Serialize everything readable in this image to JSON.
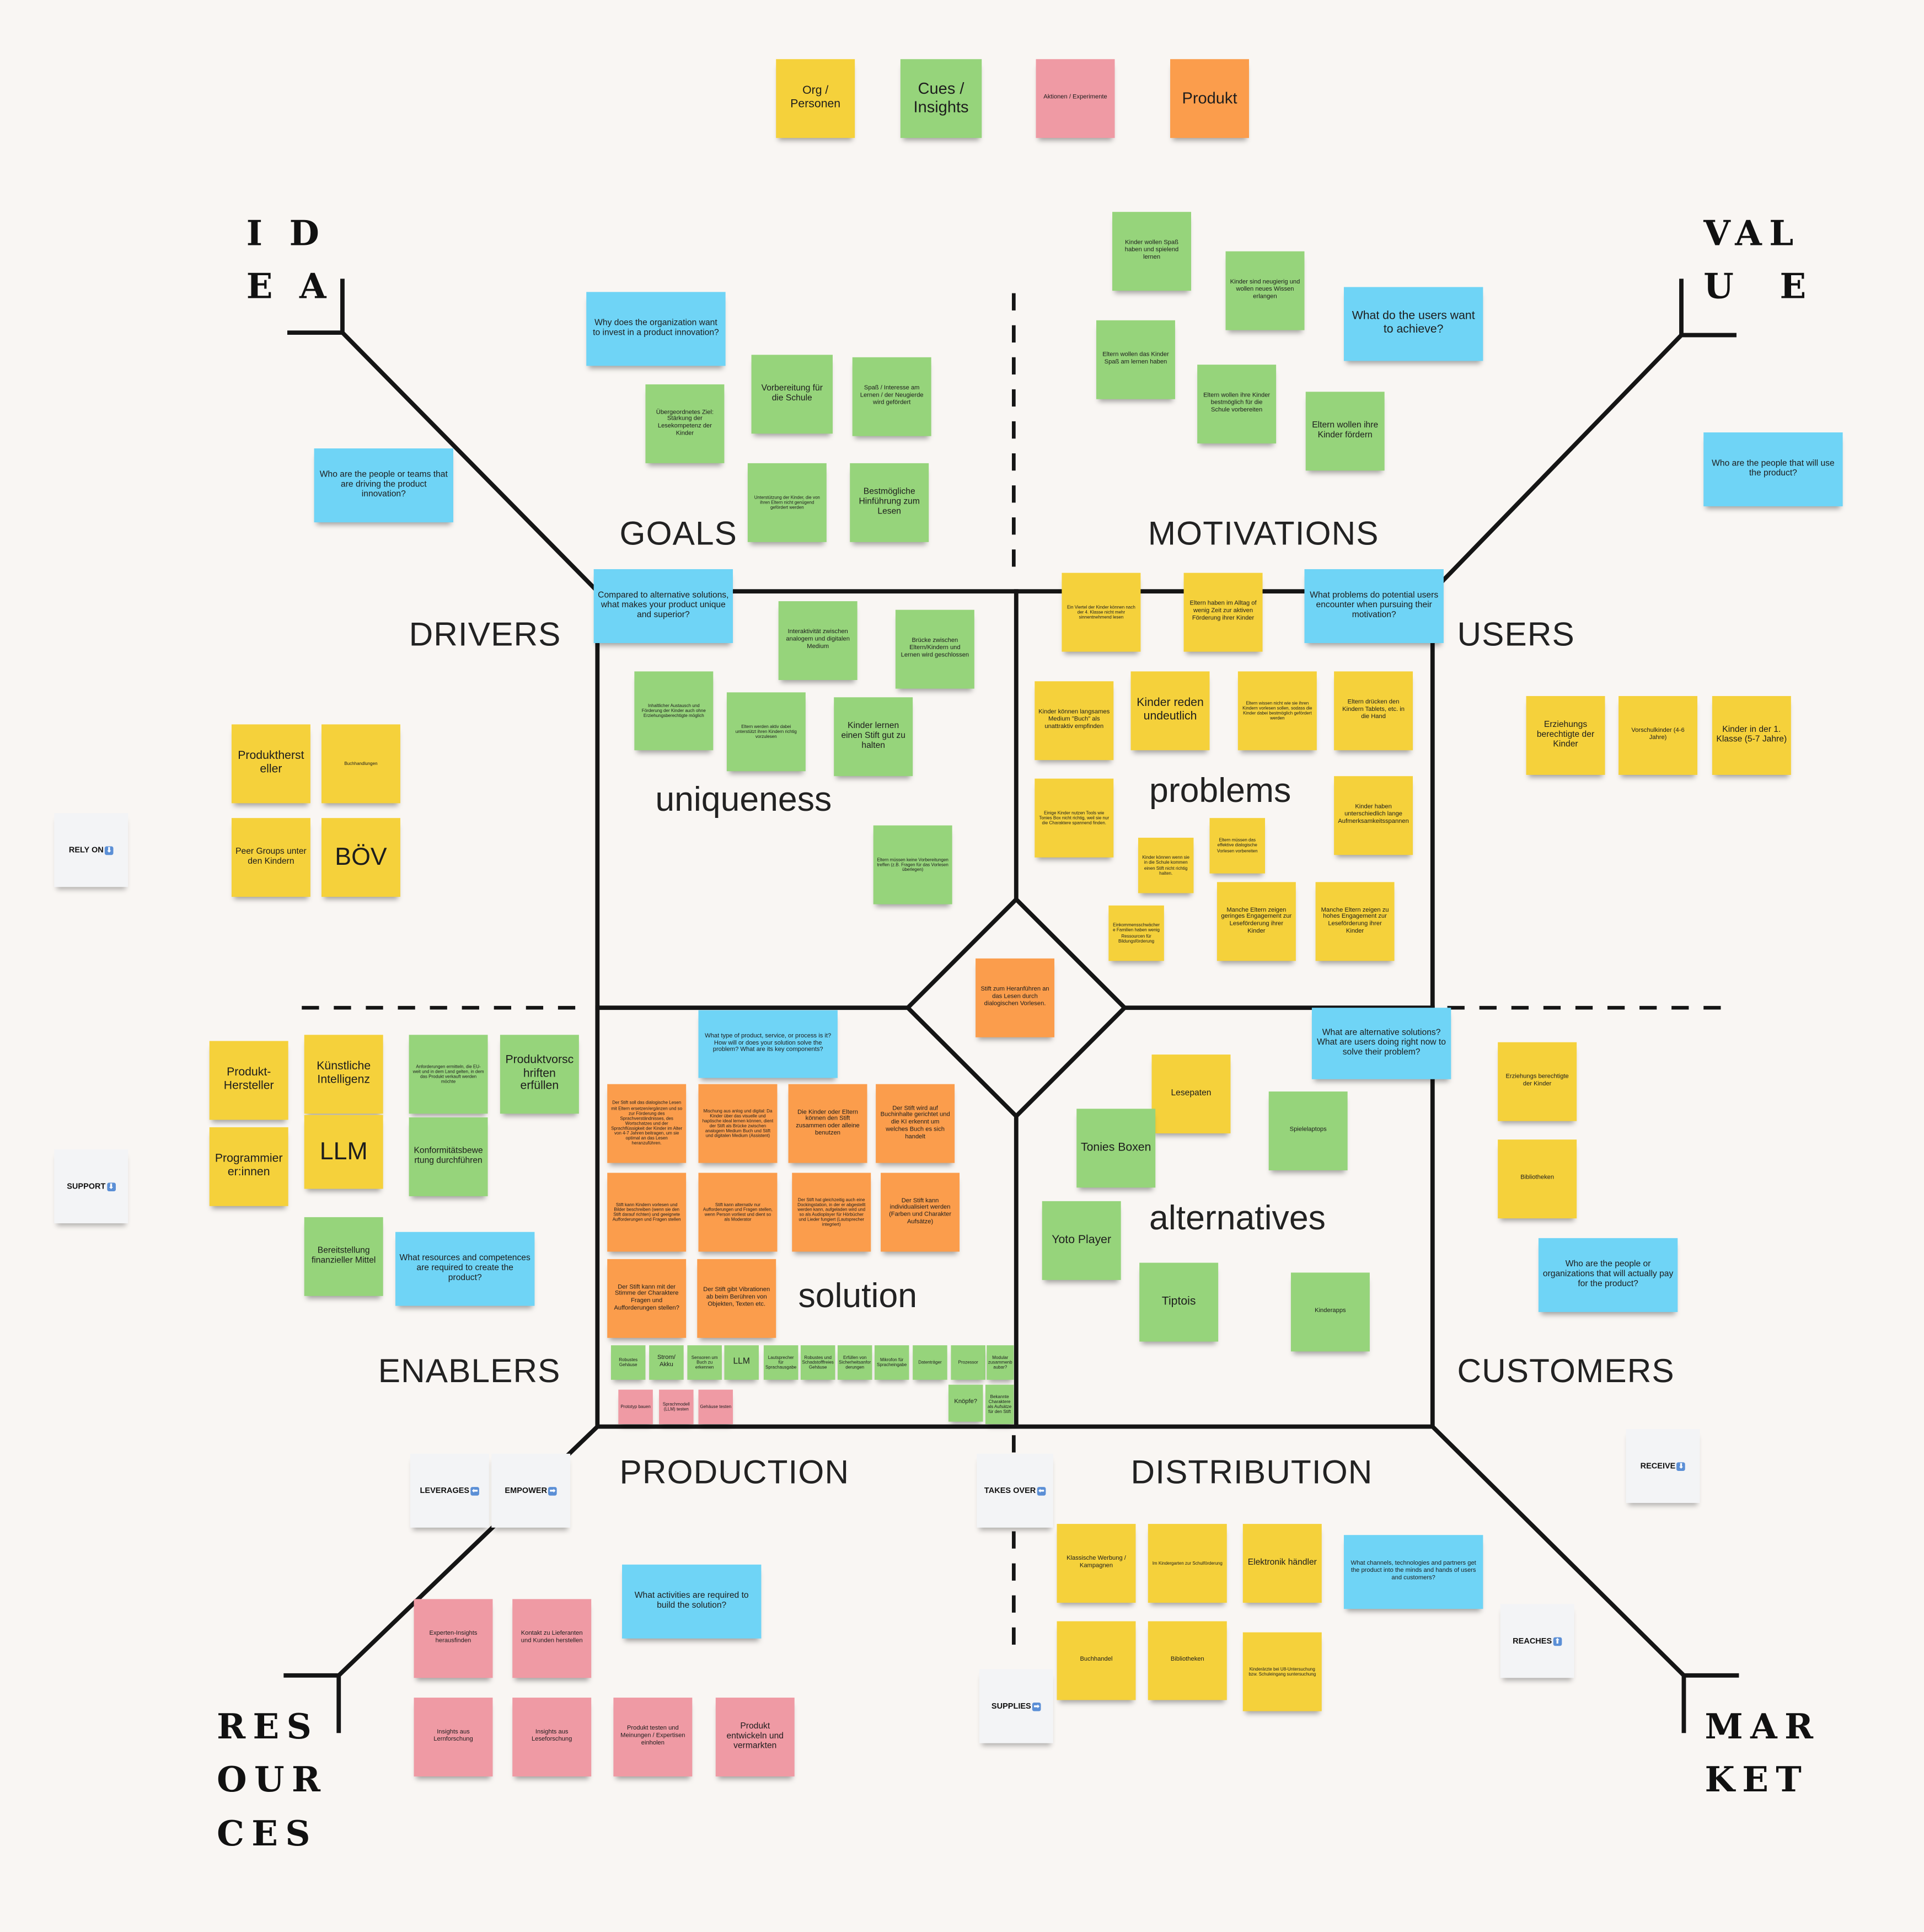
{
  "colors": {
    "yellow": "#f5d13b",
    "green": "#96d47b",
    "pink": "#ef9aa4",
    "orange": "#fb9d4c",
    "blue": "#6fd4f6",
    "background": "#f9f6f3"
  },
  "legend": [
    {
      "text": "Org / Personen",
      "color": "yellow"
    },
    {
      "text": "Cues / Insights",
      "color": "green"
    },
    {
      "text": "Aktionen / Experimente",
      "color": "pink"
    },
    {
      "text": "Produkt",
      "color": "orange"
    }
  ],
  "corners": {
    "idea": "I D\nE A",
    "value": "VAL\nU  E",
    "resources": "RES\nOUR\nCES",
    "market": "MAR\nKET"
  },
  "titles": {
    "goals": "GOALS",
    "motivations": "MOTIVATIONS",
    "drivers": "DRIVERS",
    "users": "USERS",
    "enablers": "ENABLERS",
    "customers": "CUSTOMERS",
    "production": "PRODUCTION",
    "distribution": "DISTRIBUTION"
  },
  "inner": {
    "uniqueness": "uniqueness",
    "problems": "problems",
    "solution": "solution",
    "alternatives": "alternatives"
  },
  "connectors": [
    {
      "text": "RELY ON",
      "arrow": "⬇"
    },
    {
      "text": "SUPPORT",
      "arrow": "⬇"
    },
    {
      "text": "LEVERAGES",
      "arrow": "⬅"
    },
    {
      "text": "EMPOWER",
      "arrow": "➡"
    },
    {
      "text": "TAKES OVER",
      "arrow": "⬅"
    },
    {
      "text": "SUPPLIES",
      "arrow": "➡"
    },
    {
      "text": "RECEIVE",
      "arrow": "⬇"
    },
    {
      "text": "REACHES",
      "arrow": "⬆"
    }
  ],
  "notes": {
    "goals": [
      {
        "text": "Why does the organization want to invest in a product innovation?",
        "color": "blue"
      },
      {
        "text": "Übergeordnetes Ziel: Stärkung der Lesekompetenz der Kinder",
        "color": "green"
      },
      {
        "text": "Vorbereitung für die Schule",
        "color": "green"
      },
      {
        "text": "Spaß / Interesse am Lernen / der Neugierde wird gefördert",
        "color": "green"
      },
      {
        "text": "Unterstützung der Kinder, die von ihren Eltern nicht genügend gefördert werden",
        "color": "green"
      },
      {
        "text": "Bestmögliche Hinführung zum Lesen",
        "color": "green"
      }
    ],
    "drivers": [
      {
        "text": "Who are the people or teams that are driving the product innovation?",
        "color": "blue"
      },
      {
        "text": "Produkthersteller",
        "color": "yellow"
      },
      {
        "text": "Buchhandlungen",
        "color": "yellow"
      },
      {
        "text": "Peer Groups unter den Kindern",
        "color": "yellow"
      },
      {
        "text": "BÖV",
        "color": "yellow"
      }
    ],
    "motivations": [
      {
        "text": "Kinder wollen Spaß haben und spielend lernen",
        "color": "green"
      },
      {
        "text": "Kinder sind neugierig und wollen neues Wissen erlangen",
        "color": "green"
      },
      {
        "text": "Eltern wollen das Kinder Spaß am lernen haben",
        "color": "green"
      },
      {
        "text": "Eltern wollen ihre Kinder bestmöglich für die Schule vorbereiten",
        "color": "green"
      },
      {
        "text": "Eltern wollen ihre Kinder fördern",
        "color": "green"
      },
      {
        "text": "What do the users want to achieve?",
        "color": "blue"
      }
    ],
    "users": [
      {
        "text": "Who are the people that will use the product?",
        "color": "blue"
      },
      {
        "text": "Erziehungs berechtigte der Kinder",
        "color": "yellow"
      },
      {
        "text": "Vorschulkinder (4-6 Jahre)",
        "color": "yellow"
      },
      {
        "text": "Kinder in der 1. Klasse (5-7 Jahre)",
        "color": "yellow"
      }
    ],
    "uniqueness": [
      {
        "text": "Compared to alternative solutions, what makes your product unique and superior?",
        "color": "blue"
      },
      {
        "text": "Interaktivität zwischen analogem und digitalen Medium",
        "color": "green"
      },
      {
        "text": "Brücke zwischen Eltern/Kindern und Lernen wird geschlossen",
        "color": "green"
      },
      {
        "text": "Inhaltlicher Austausch und Förderung der Kinder auch ohne Erziehungsberechtigte möglich",
        "color": "green"
      },
      {
        "text": "Eltern werden aktiv dabei unterstützt ihren Kindern richtig vorzulesen",
        "color": "green"
      },
      {
        "text": "Kinder lernen einen Stift gut zu halten",
        "color": "green"
      },
      {
        "text": "Eltern müssen keine Vorbereitungen treffen (z.B. Fragen für das Vorlesen überlegen)",
        "color": "green"
      }
    ],
    "problems": [
      {
        "text": "Ein Viertel der Kinder können nach der 4. Klasse nicht mehr sinnentnehmend lesen",
        "color": "yellow"
      },
      {
        "text": "Eltern haben im Alltag of wenig Zeit zur aktiven Förderung ihrer Kinder",
        "color": "yellow"
      },
      {
        "text": "What problems do potential users encounter when pursuing their motivation?",
        "color": "blue"
      },
      {
        "text": "Kinder können langsames Medium \"Buch\" als unattraktiv empfinden",
        "color": "yellow"
      },
      {
        "text": "Kinder reden undeutlich",
        "color": "yellow"
      },
      {
        "text": "Eltern wissen nicht wie sie ihren Kindern vorlesen sollen, sodass die Kinder dabei bestmöglich gefördert werden",
        "color": "yellow"
      },
      {
        "text": "Eltern drücken den Kindern Tablets, etc. in die Hand",
        "color": "yellow"
      },
      {
        "text": "Einige Kinder nutzen Tools wie Tonies Box nicht richtig, weil sie nur die Charaktere spannend finden.",
        "color": "yellow"
      },
      {
        "text": "Kinder können wenn sie in die Schule kommen einen Stift nicht richtig halten.",
        "color": "yellow"
      },
      {
        "text": "Eltern müssen das effektive dialogische Vorlesen vorbereiten",
        "color": "yellow"
      },
      {
        "text": "Kinder haben unterschiedlich lange Aufmerksamkeitsspannen",
        "color": "yellow"
      },
      {
        "text": "Einkommensschwächere Familien haben wenig Ressourcen für Bildungsförderung",
        "color": "yellow"
      },
      {
        "text": "Manche Eltern zeigen geringes Engagement zur Leseförderung ihrer Kinder",
        "color": "yellow"
      },
      {
        "text": "Manche Eltern zeigen zu hohes Engagement zur Leseförderung ihrer Kinder",
        "color": "yellow"
      }
    ],
    "center": [
      {
        "text": "Stift zum Heranführen an das Lesen durch dialogischen Vorlesen.",
        "color": "orange"
      }
    ],
    "enablers": [
      {
        "text": "Produkt-Hersteller",
        "color": "yellow"
      },
      {
        "text": "Künstliche Intelligenz",
        "color": "yellow"
      },
      {
        "text": "LLM",
        "color": "yellow"
      },
      {
        "text": "Programmierer:innen",
        "color": "yellow"
      },
      {
        "text": "Anforderungen ermitteln, die EU-weit und in dem Land gelten, in dem das Produkt verkauft werden möchte",
        "color": "green"
      },
      {
        "text": "Produktvorschriften erfüllen",
        "color": "green"
      },
      {
        "text": "Konformitätsbewertung durchführen",
        "color": "green"
      },
      {
        "text": "Bereitstellung finanzieller Mittel",
        "color": "green"
      },
      {
        "text": "What resources and competences are required to create the product?",
        "color": "blue"
      }
    ],
    "solution": [
      {
        "text": "What type of product, service, or process is it? How will or does your solution solve the problem? What are its key components?",
        "color": "blue"
      },
      {
        "text": "Der Stift soll das dialogische Lesen mit Eltern ersetzen/ergänzen und so zur Förderung des Sprachverständnisses, des Wortschatzes und der Sprachflüssigkeit der Kinder im Alter von 4-7 Jahren beitragen, um sie optimal an das Lesen heranzuführen.",
        "color": "orange"
      },
      {
        "text": "Mischung aus anlog und digital: Da Kinder über das visuelle und haptische ideal lernen können, dient der Stift als Brücke zwischen analogem Medium Buch und Stift und digitalen Medium (Assistent)",
        "color": "orange"
      },
      {
        "text": "Die Kinder oder Eltern können den Stift zusammen oder alleine benutzen",
        "color": "orange"
      },
      {
        "text": "Der Stift wird auf Buchinhalte gerichtet und die KI erkennt um welches Buch es sich handelt",
        "color": "orange"
      },
      {
        "text": "Stift kann Kindern vorlesen und Bilder beschreiben (wenn sie den Stift darauf richten) und geeignete Aufforderungen und Fragen stellen",
        "color": "orange"
      },
      {
        "text": "Stift kann alternativ nur Aufforderungen und Fragen stellen, wenn Person vorliest und dient so als Moderator",
        "color": "orange"
      },
      {
        "text": "Der Stift hat gleichzeitig auch eine Dockingstation, in der er abgestellt werden kann, aufgeladen wird und so als Audioplayer für Hörbücher und Lieder fungiert (Lautsprecher integriert)",
        "color": "orange"
      },
      {
        "text": "Der Stift kann individualisiert werden (Farben und Charakter Aufsätze)",
        "color": "orange"
      },
      {
        "text": "Der Stift kann mit der Stimme der Charaktere Fragen und Aufforderungen stellen?",
        "color": "orange"
      },
      {
        "text": "Der Stift gibt Vibrationen ab beim Berühren von Objekten, Texten etc.",
        "color": "orange"
      },
      {
        "text": "Robustes Gehäuse",
        "color": "green"
      },
      {
        "text": "Strom/ Akku",
        "color": "green"
      },
      {
        "text": "Sensoren um Buch zu erkennen",
        "color": "green"
      },
      {
        "text": "LLM",
        "color": "green"
      },
      {
        "text": "Lautsprecher für Sprachausgabe",
        "color": "green"
      },
      {
        "text": "Robustes und Schadstofffreies Gehäuse",
        "color": "green"
      },
      {
        "text": "Erfüllen von Sicherheitsanforderungen",
        "color": "green"
      },
      {
        "text": "Mikrofon für Spracheingabe",
        "color": "green"
      },
      {
        "text": "Datenträger",
        "color": "green"
      },
      {
        "text": "Prozessor",
        "color": "green"
      },
      {
        "text": "Modular zusammenbaubar?",
        "color": "green"
      },
      {
        "text": "Knöpfe?",
        "color": "green"
      },
      {
        "text": "Bekannte Charaktere als Aufsätze für den Stift",
        "color": "green"
      },
      {
        "text": "Prototyp bauen",
        "color": "pink"
      },
      {
        "text": "Sprachmodell (LLM) testen",
        "color": "pink"
      },
      {
        "text": "Gehäuse testen",
        "color": "pink"
      }
    ],
    "alternatives": [
      {
        "text": "What are alternative solutions? What are users doing right now to solve their problem?",
        "color": "blue"
      },
      {
        "text": "Lesepaten",
        "color": "yellow"
      },
      {
        "text": "Tonies Boxen",
        "color": "green"
      },
      {
        "text": "Spielelaptops",
        "color": "green"
      },
      {
        "text": "Yoto Player",
        "color": "green"
      },
      {
        "text": "Tiptois",
        "color": "green"
      },
      {
        "text": "Kinderapps",
        "color": "green"
      }
    ],
    "customers": [
      {
        "text": "Erziehungs berechtigte der Kinder",
        "color": "yellow"
      },
      {
        "text": "Bibliotheken",
        "color": "yellow"
      },
      {
        "text": "Who are the people or organizations that will actually pay for the product?",
        "color": "blue"
      }
    ],
    "production": [
      {
        "text": "What activities are required to build the solution?",
        "color": "blue"
      },
      {
        "text": "Experten-Insights herausfinden",
        "color": "pink"
      },
      {
        "text": "Kontakt zu Lieferanten und Kunden herstellen",
        "color": "pink"
      },
      {
        "text": "Insights aus Lernforschung",
        "color": "pink"
      },
      {
        "text": "Insights aus Leseforschung",
        "color": "pink"
      },
      {
        "text": "Produkt testen und Meinungen / Expertisen einholen",
        "color": "pink"
      },
      {
        "text": "Produkt entwickeln und vermarkten",
        "color": "pink"
      }
    ],
    "distribution": [
      {
        "text": "Klassische Werbung / Kampagnen",
        "color": "yellow"
      },
      {
        "text": "Im Kindergarten zur Schulförderung",
        "color": "yellow"
      },
      {
        "text": "Elektronik händler",
        "color": "yellow"
      },
      {
        "text": "Buchhandel",
        "color": "yellow"
      },
      {
        "text": "Bibliotheken",
        "color": "yellow"
      },
      {
        "text": "Kinderärzte bei U8-Untersuchung bzw. Schuleingang suntersuchung",
        "color": "yellow"
      },
      {
        "text": "What channels, technologies and partners get the product into the minds and hands of users and customers?",
        "color": "blue"
      }
    ]
  }
}
